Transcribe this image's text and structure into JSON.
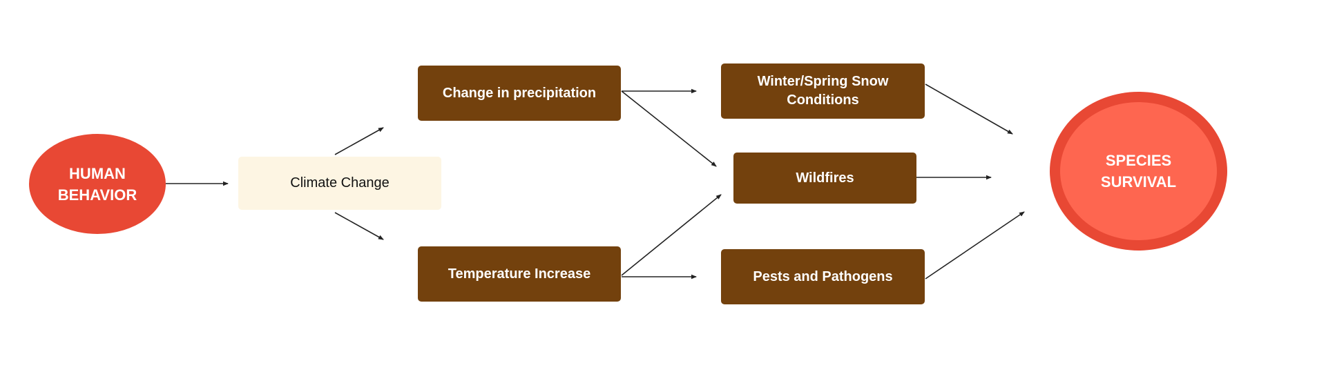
{
  "diagram": {
    "nodes": {
      "human_behavior": "HUMAN\nBEHAVIOR",
      "climate_change": "Climate Change",
      "change_in_precipitation": "Change in precipitation",
      "temperature_increase": "Temperature Increase",
      "winter_spring_snow": "Winter/Spring Snow\nConditions",
      "wildfires": "Wildfires",
      "pests_and_pathogens": "Pests and Pathogens",
      "species_survival": "SPECIES\nSURVIVAL"
    },
    "colors": {
      "human_behavior": "#e84834",
      "climate_change": "#fdf5e3",
      "factor_box": "#73410d",
      "species_survival_ring": "#e84834",
      "species_survival_fill": "#fe6650",
      "arrow": "#222222"
    }
  }
}
